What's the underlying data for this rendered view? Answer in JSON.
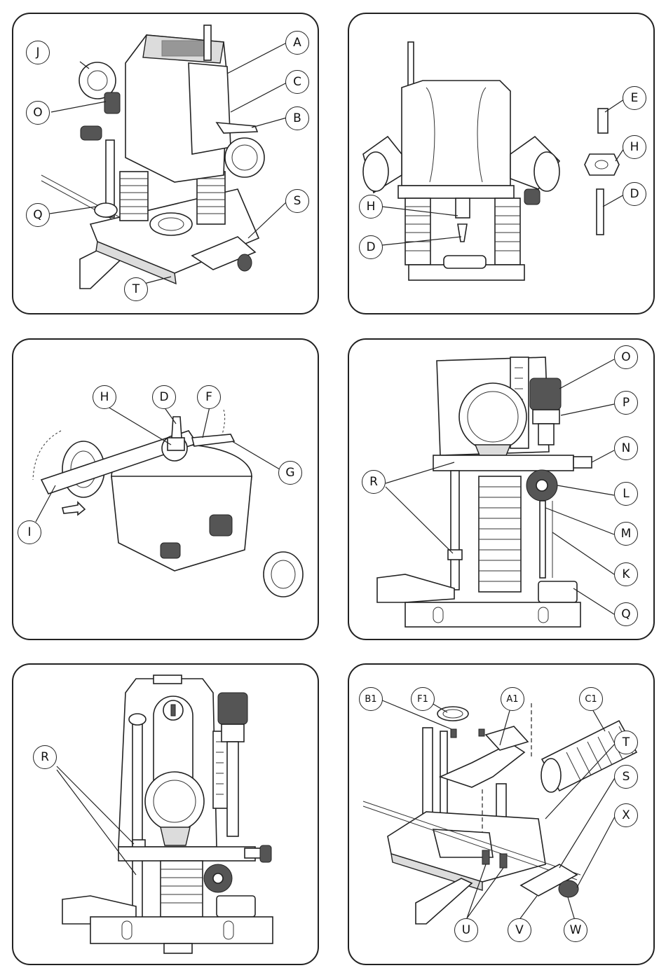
{
  "figures": [
    {
      "id": "fig1",
      "callouts": [
        "J",
        "A",
        "O",
        "C",
        "B",
        "Q",
        "S",
        "T"
      ]
    },
    {
      "id": "fig2",
      "callouts": [
        "E",
        "H",
        "D",
        "H",
        "D"
      ]
    },
    {
      "id": "fig3",
      "callouts": [
        "H",
        "D",
        "F",
        "G",
        "I"
      ]
    },
    {
      "id": "fig4",
      "callouts": [
        "O",
        "P",
        "N",
        "R",
        "L",
        "M",
        "K",
        "Q"
      ]
    },
    {
      "id": "fig5",
      "callouts": [
        "R"
      ]
    },
    {
      "id": "fig6",
      "callouts": [
        "B1",
        "F1",
        "A1",
        "C1",
        "T",
        "S",
        "X",
        "U",
        "V",
        "W"
      ]
    }
  ]
}
